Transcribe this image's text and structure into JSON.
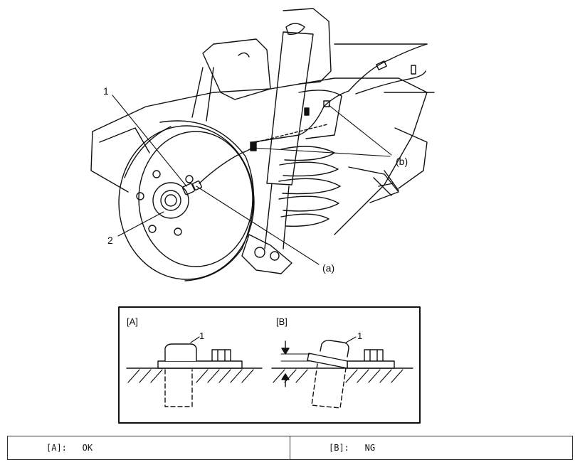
{
  "labels": {
    "part_1": "1",
    "part_2": "2",
    "point_a": "(a)",
    "point_b": "(b)"
  },
  "detail": {
    "panel_a_label": "[A]",
    "panel_b_label": "[B]",
    "panel_a_part": "1",
    "panel_b_part": "1"
  },
  "legend": [
    {
      "key": "[A]:",
      "value": "OK"
    },
    {
      "key": "[B]:",
      "value": "NG"
    }
  ]
}
